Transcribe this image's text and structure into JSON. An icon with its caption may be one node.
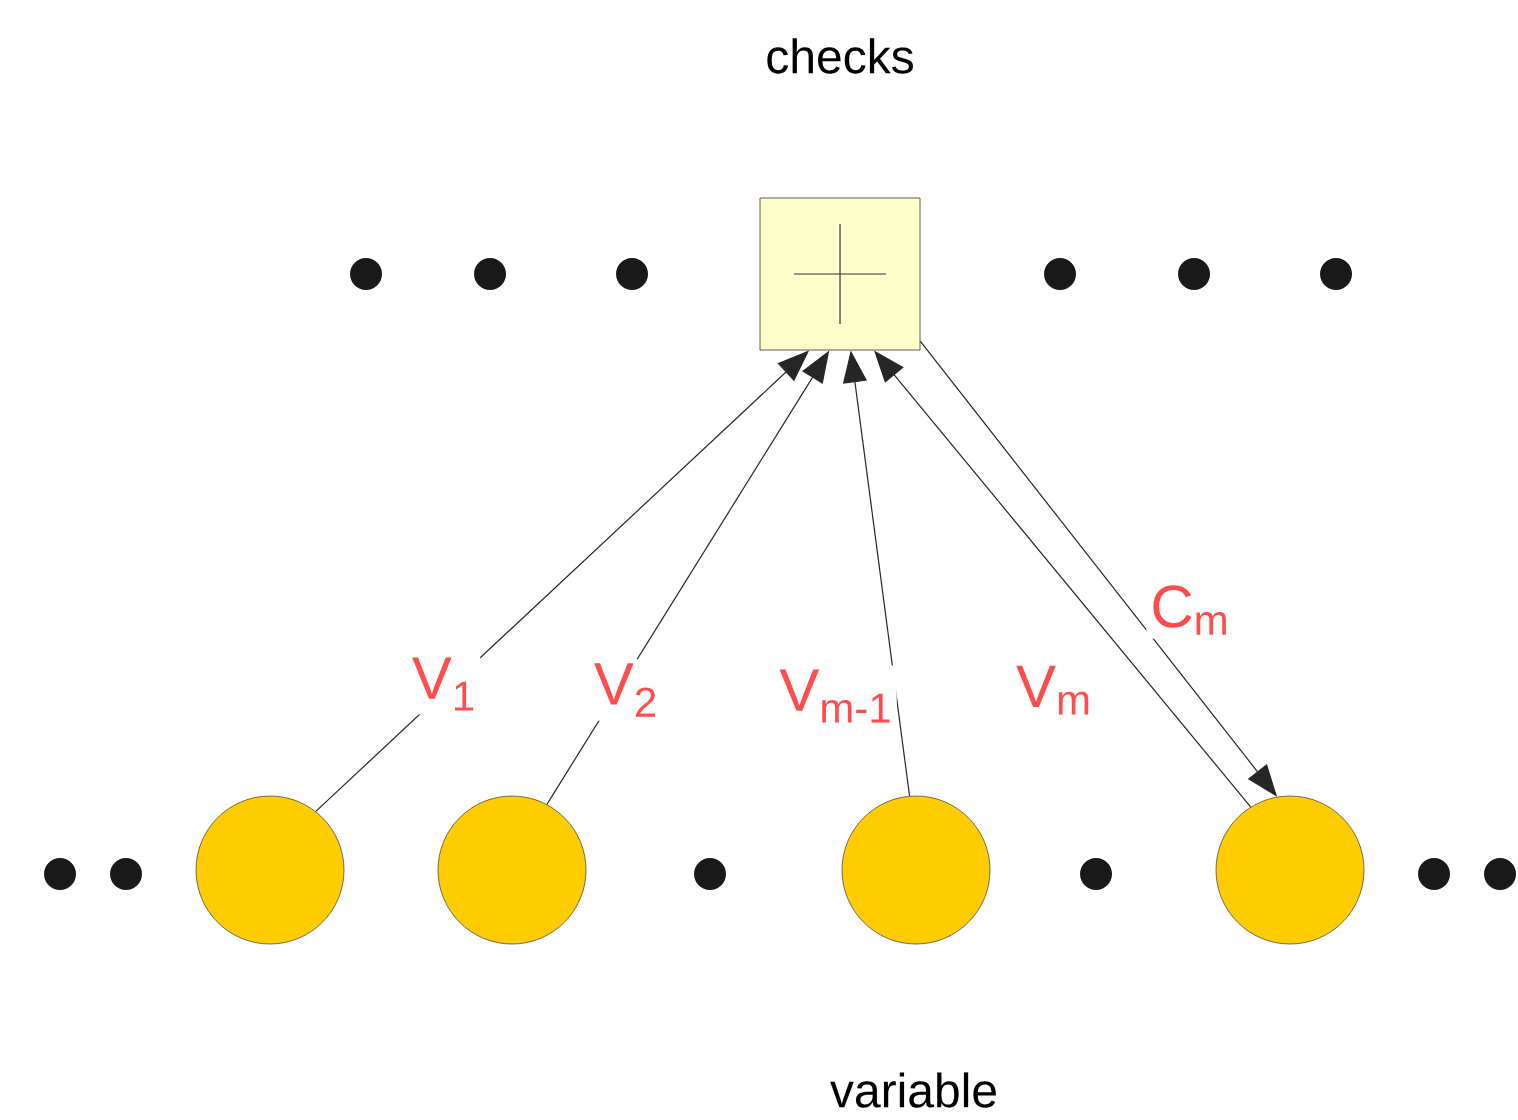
{
  "diagram": {
    "nodes": [
      {
        "text": [],
        "shape": "box"
      },
      {
        "text": [],
        "shape": "circle"
      },
      {
        "text": [],
        "shape": "circle"
      },
      {
        "text": [],
        "shape": "circle"
      },
      {
        "text": [],
        "shape": "circle"
      }
    ],
    "edges": [
      {
        "from": 1,
        "to": 0,
        "arrow": "to",
        "label": "V$_{1}$"
      },
      {
        "from": 2,
        "to": 0,
        "arrow": "to",
        "label": "V$_{2}$"
      },
      {
        "from": 3,
        "to": 0,
        "arrow": "to",
        "label": "V$_{m-1}$"
      },
      {
        "from": 4,
        "to": 0,
        "arrow": "to",
        "label": "V$_{m}$"
      },
      {
        "from": 0,
        "to": 4,
        "arrow": "to",
        "label": "C$_{m}$"
      }
    ],
    "labels": [
      "checks",
      "variable"
    ]
  }
}
